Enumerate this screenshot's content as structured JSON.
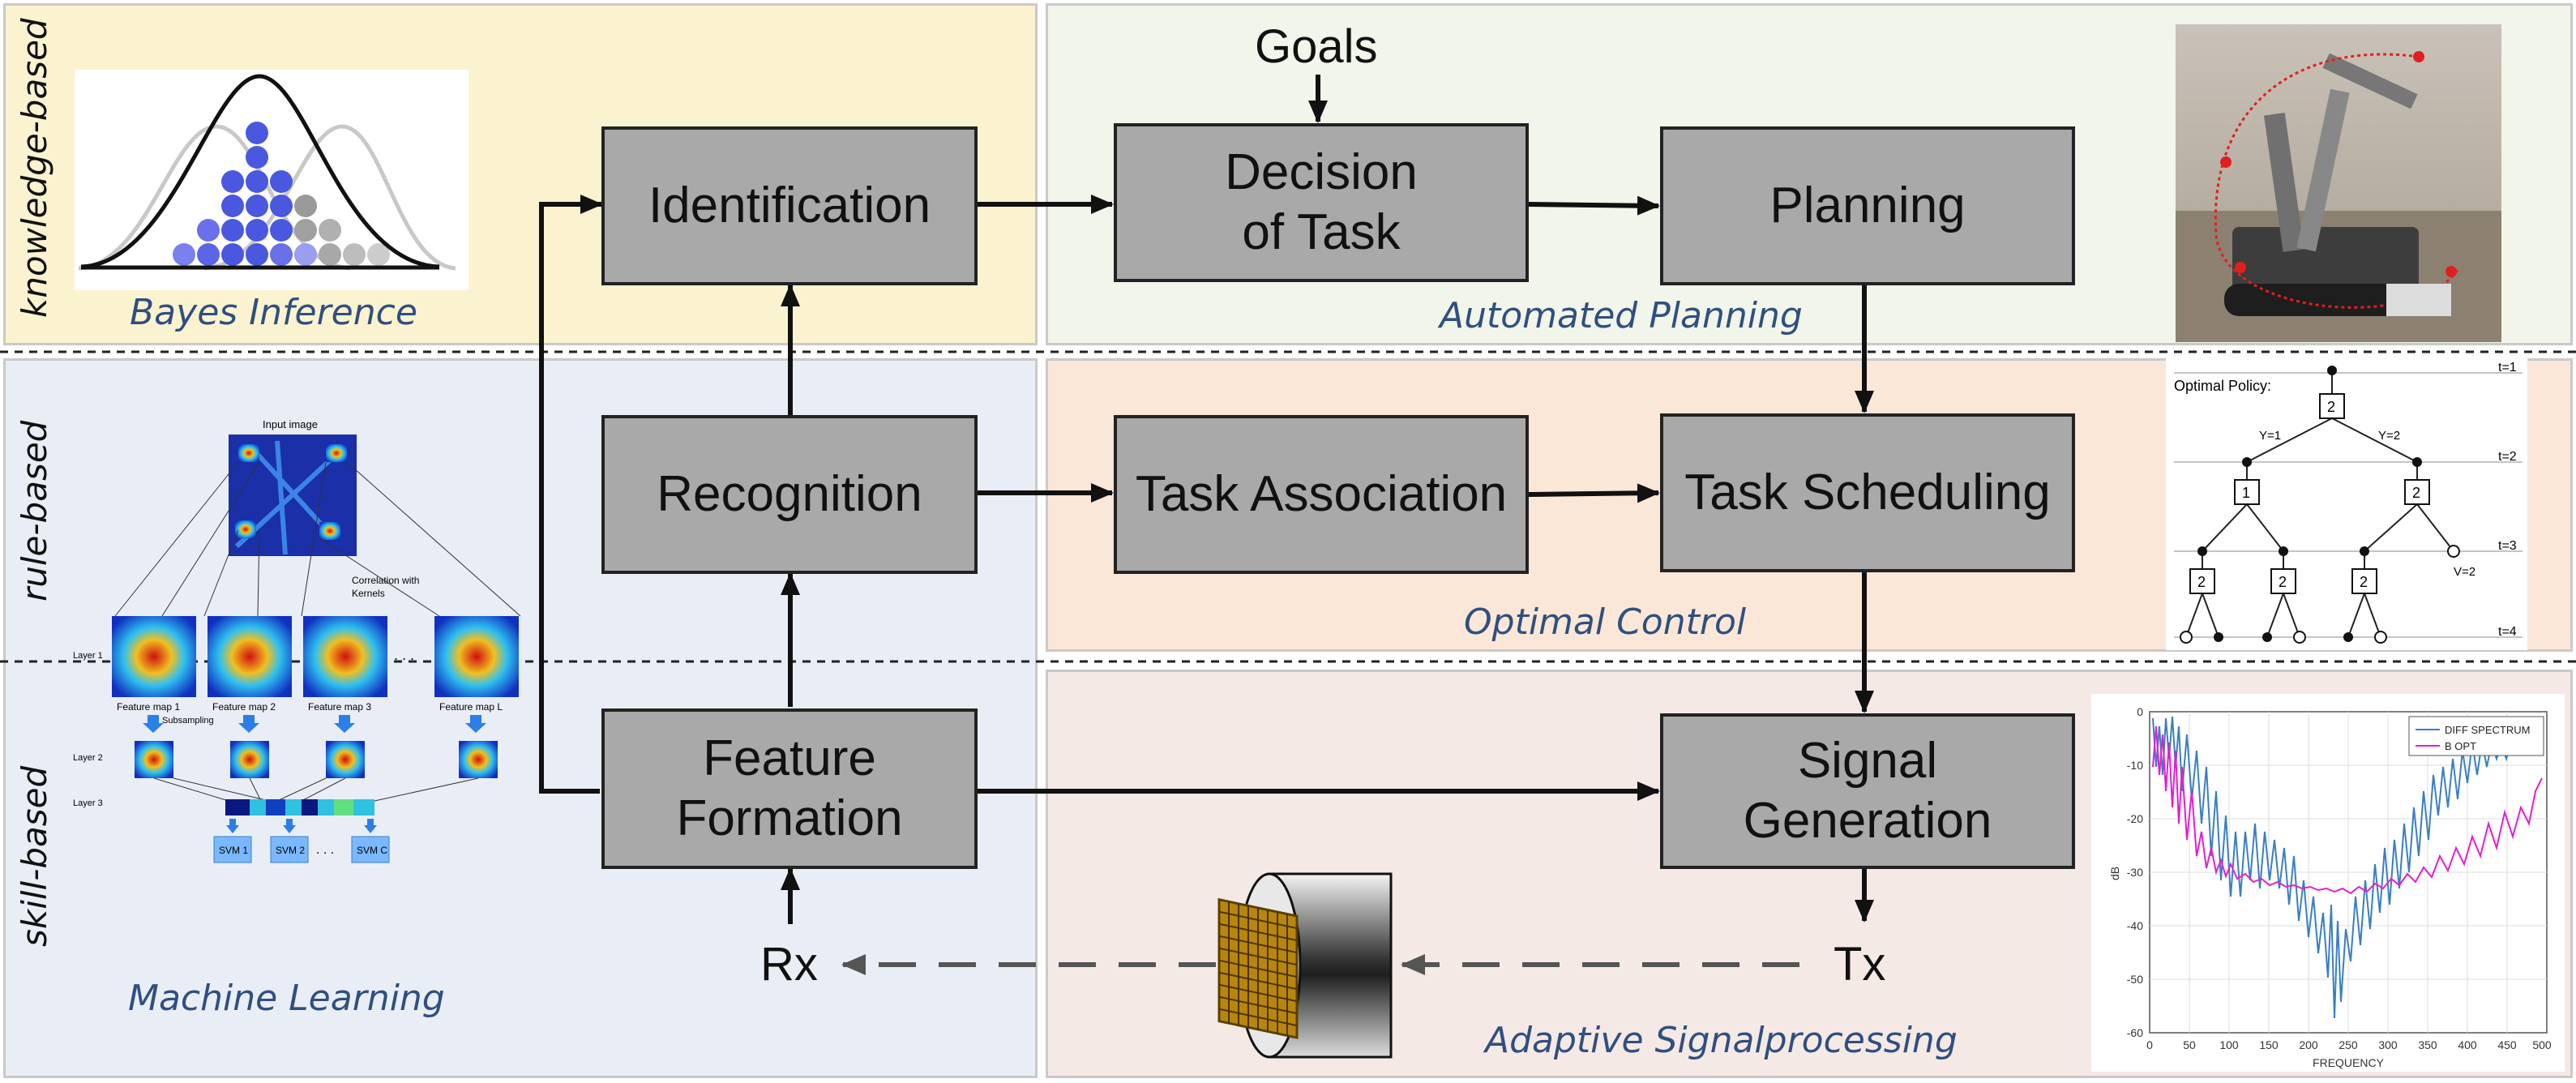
{
  "levels": {
    "knowledge": "knowledge-based",
    "rule": "rule-based",
    "skill": "skill-based"
  },
  "regions": {
    "bayes": "Bayes Inference",
    "automated_planning": "Automated Planning",
    "optimal_control": "Optimal Control",
    "machine_learning": "Machine Learning",
    "adaptive_signal": "Adaptive Signalprocessing"
  },
  "boxes": {
    "identification": "Identification",
    "decision_line1": "Decision",
    "decision_line2": "of Task",
    "planning": "Planning",
    "recognition": "Recognition",
    "task_association": "Task Association",
    "task_scheduling": "Task Scheduling",
    "feature_line1": "Feature",
    "feature_line2": "Formation",
    "signal_line1": "Signal",
    "signal_line2": "Generation"
  },
  "labels": {
    "goals": "Goals",
    "rx": "Rx",
    "tx": "Tx"
  },
  "ml_thumbnail": {
    "input_image": "Input image",
    "correlation": "Correlation with",
    "kernels": "Kernels",
    "layer1": "Layer 1",
    "layer2": "Layer 2",
    "layer3": "Layer 3",
    "subsampling": "Subsampling",
    "feature_maps": [
      "Feature map 1",
      "Feature map 2",
      "Feature map 3",
      "Feature map L"
    ],
    "svms": [
      "SVM 1",
      "SVM 2",
      "SVM C"
    ],
    "dots": ". . ."
  },
  "policy_tree": {
    "title": "Optimal Policy:",
    "times": [
      "t=1",
      "t=2",
      "t=3",
      "t=4"
    ],
    "branch_left": "Y=1",
    "branch_right": "Y=2",
    "v_label": "V=2",
    "nodes": [
      "2",
      "1",
      "2",
      "2",
      "2",
      "2"
    ]
  },
  "spectrum_chart": {
    "ylabel": "dB",
    "xlabel": "FREQUENCY",
    "yticks": [
      "0",
      "-10",
      "-20",
      "-30",
      "-40",
      "-50",
      "-60"
    ],
    "xticks": [
      "0",
      "50",
      "100",
      "150",
      "200",
      "250",
      "300",
      "350",
      "400",
      "450",
      "500"
    ],
    "legend": [
      "DIFF SPECTRUM",
      "B OPT"
    ],
    "colors": [
      "#3a7fc2",
      "#e020d0"
    ]
  },
  "colors": {
    "knowledge_bg": "#fbf3d0",
    "planning_bg": "#f1f5ea",
    "learning_bg": "#e9eef6",
    "control_bg": "#fbe7d8",
    "signal_bg": "#f5e9e6",
    "box_fill": "#a9a9a9",
    "label_blue": "#2f4f7f"
  }
}
